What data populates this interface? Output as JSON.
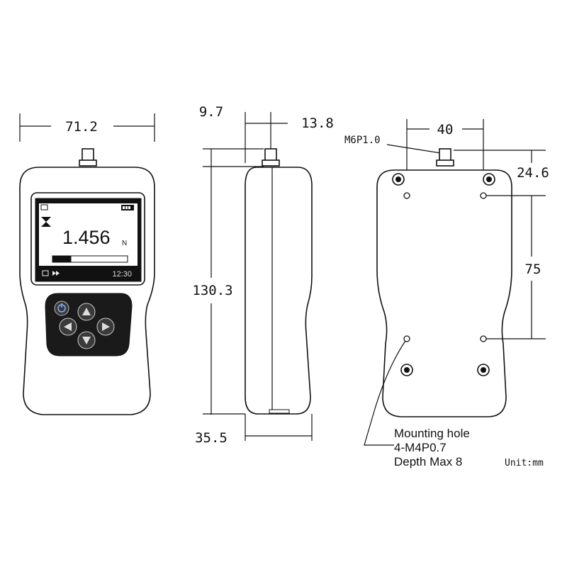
{
  "dimensions": {
    "front_width": "71.2",
    "connector_offset": "9.7",
    "side_top": "13.8",
    "height": "130.3",
    "thickness": "35.5",
    "hole_spacing_h": "40",
    "hole_offset_top": "24.6",
    "hole_spacing_v": "75"
  },
  "thread_label": "M6P1.0",
  "display": {
    "reading": "1.456",
    "unit": "N",
    "clock": "12:30",
    "bar_fill_fraction": 0.25
  },
  "mounting_note": [
    "Mounting hole",
    "4-M4P0.7",
    "Depth Max 8"
  ],
  "unit_note": "Unit:mm"
}
